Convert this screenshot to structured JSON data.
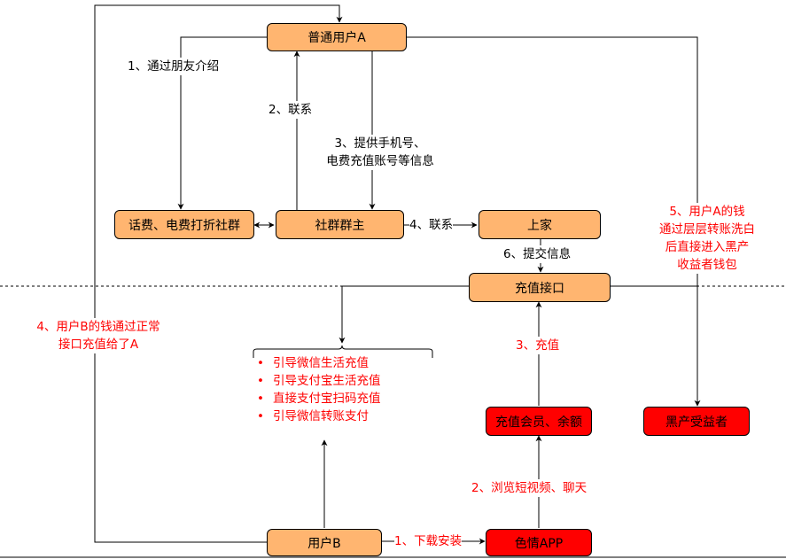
{
  "nodes": {
    "user_a": "普通用户A",
    "discount_group": "话费、电费打折社群",
    "group_owner": "社群群主",
    "upstream": "上家",
    "recharge_api": "充值接口",
    "recharge_member": "充值会员、余额",
    "black_beneficiary": "黑产受益者",
    "user_b": "用户B",
    "porn_app": "色情APP"
  },
  "edge_labels": {
    "via_friend": "1、通过朋友介绍",
    "contact": "2、联系",
    "provide_info_1": "3、提供手机号、",
    "provide_info_2": "电费充值账号等信息",
    "contact_upstream": "4、联系",
    "submit_info": "6、提交信息",
    "user_b_money_1": "4、用户B的钱通过正常",
    "user_b_money_2": "接口充值给了A",
    "recharge": "3、充值",
    "browse": "2、浏览短视频、聊天",
    "download": "1、下载安装",
    "launder_1": "5、用户A的钱",
    "launder_2": "通过层层转账洗白",
    "launder_3": "后直接进入黑产",
    "launder_4": "收益者钱包"
  },
  "guide_list": [
    "引导微信生活充值",
    "引导支付宝生活充值",
    "直接支付宝扫码充值",
    "引导微信转账支付"
  ],
  "colors": {
    "node_orange": "#ffb570",
    "node_red": "#ff0000",
    "text_red": "#ff0000"
  }
}
